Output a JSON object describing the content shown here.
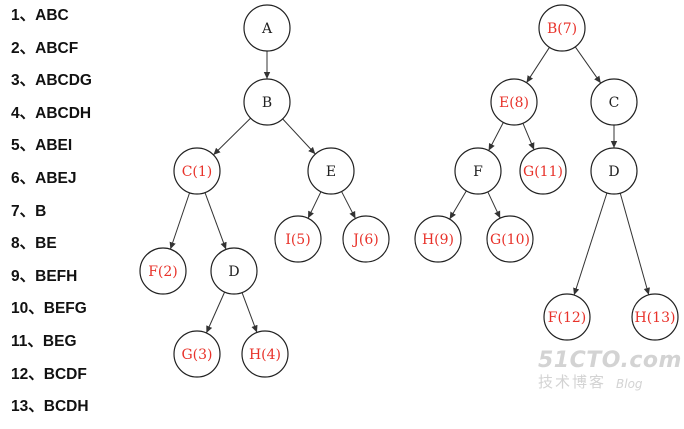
{
  "paths": [
    {
      "num": "1",
      "sep": "、",
      "text": "ABC"
    },
    {
      "num": "2",
      "sep": "、",
      "text": "ABCF"
    },
    {
      "num": "3",
      "sep": "、",
      "text": "ABCDG"
    },
    {
      "num": "4",
      "sep": "、",
      "text": "ABCDH"
    },
    {
      "num": "5",
      "sep": "、",
      "text": "ABEI"
    },
    {
      "num": "6",
      "sep": "、",
      "text": "ABEJ"
    },
    {
      "num": "7",
      "sep": "、",
      "text": "B"
    },
    {
      "num": "8",
      "sep": "、",
      "text": "BE"
    },
    {
      "num": "9",
      "sep": "、",
      "text": "BEFH"
    },
    {
      "num": "10",
      "sep": "、",
      "text": "BEFG"
    },
    {
      "num": "11",
      "sep": "、",
      "text": "BEG"
    },
    {
      "num": "12",
      "sep": "、",
      "text": "BCDF"
    },
    {
      "num": "13",
      "sep": "、",
      "text": "BCDH"
    }
  ],
  "colors": {
    "black_label": "#222222",
    "red_label": "#e8322a",
    "edge": "#333333",
    "list_text": "#111111",
    "watermark": "#d3d3d3"
  },
  "tree_left": {
    "nodes": [
      {
        "id": "A",
        "label": "A",
        "color": "black"
      },
      {
        "id": "B",
        "label": "B",
        "color": "black"
      },
      {
        "id": "C",
        "label": "C(1)",
        "color": "red"
      },
      {
        "id": "E",
        "label": "E",
        "color": "black"
      },
      {
        "id": "F",
        "label": "F(2)",
        "color": "red"
      },
      {
        "id": "D",
        "label": "D",
        "color": "black"
      },
      {
        "id": "I",
        "label": "I(5)",
        "color": "red"
      },
      {
        "id": "J",
        "label": "J(6)",
        "color": "red"
      },
      {
        "id": "G",
        "label": "G(3)",
        "color": "red"
      },
      {
        "id": "H",
        "label": "H(4)",
        "color": "red"
      }
    ],
    "edges": [
      [
        "A",
        "B"
      ],
      [
        "B",
        "C"
      ],
      [
        "B",
        "E"
      ],
      [
        "C",
        "F"
      ],
      [
        "C",
        "D"
      ],
      [
        "E",
        "I"
      ],
      [
        "E",
        "J"
      ],
      [
        "D",
        "G"
      ],
      [
        "D",
        "H"
      ]
    ]
  },
  "tree_right": {
    "nodes": [
      {
        "id": "B",
        "label": "B(7)",
        "color": "red"
      },
      {
        "id": "E",
        "label": "E(8)",
        "color": "red"
      },
      {
        "id": "C",
        "label": "C",
        "color": "black"
      },
      {
        "id": "F",
        "label": "F",
        "color": "black"
      },
      {
        "id": "G",
        "label": "G(11)",
        "color": "red"
      },
      {
        "id": "D",
        "label": "D",
        "color": "black"
      },
      {
        "id": "H",
        "label": "H(9)",
        "color": "red"
      },
      {
        "id": "G2",
        "label": "G(10)",
        "color": "red"
      },
      {
        "id": "F2",
        "label": "F(12)",
        "color": "red"
      },
      {
        "id": "H2",
        "label": "H(13)",
        "color": "red"
      }
    ],
    "edges": [
      [
        "B",
        "E"
      ],
      [
        "B",
        "C"
      ],
      [
        "E",
        "F"
      ],
      [
        "E",
        "G"
      ],
      [
        "C",
        "D"
      ],
      [
        "F",
        "H"
      ],
      [
        "F",
        "G2"
      ],
      [
        "D",
        "F2"
      ],
      [
        "D",
        "H2"
      ]
    ]
  },
  "watermark": {
    "main": "51CTO.com",
    "sub": "技术博客",
    "blog": "Blog"
  }
}
